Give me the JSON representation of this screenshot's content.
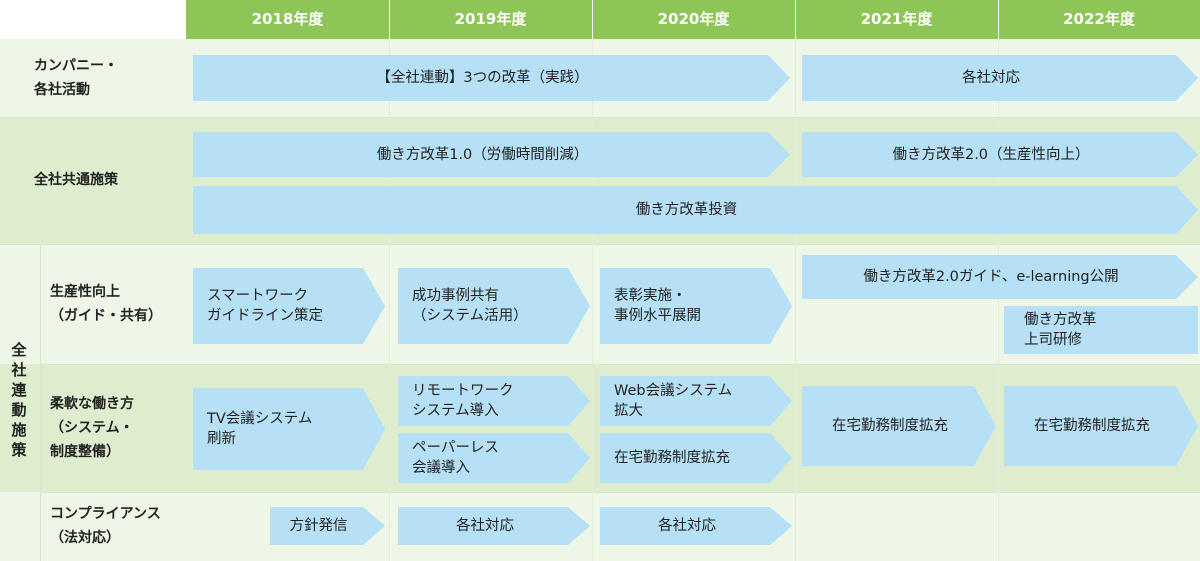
{
  "years": [
    "2018年度",
    "2019年度",
    "2020年度",
    "2021年度",
    "2022年度"
  ],
  "colors": {
    "header": "#8dc556",
    "row_a": "#eef6e7",
    "row_b": "#ddedce",
    "bar": "#b5e0f6",
    "header_text": "#ffffff"
  },
  "rows": {
    "company": {
      "label": "カンパニー・\n各社活動",
      "items": [
        "【全社連動】3つの改革（実践）",
        "各社対応"
      ]
    },
    "common": {
      "label": "全社共通施策",
      "items": [
        "働き方改革1.0（労働時間削減）",
        "働き方改革2.0（生産性向上）",
        "働き方改革投資"
      ]
    },
    "group_label": "全社連動施策",
    "productivity": {
      "label": "生産性向上\n（ガイド・共有）",
      "items": [
        "スマートワーク\nガイドライン策定",
        "成功事例共有\n（システム活用）",
        "表彰実施・\n事例水平展開",
        "働き方改革2.0ガイド、e-learning公開",
        "働き方改革\n上司研修"
      ]
    },
    "flexible": {
      "label": "柔軟な働き方\n（システム・\n制度整備）",
      "items": [
        "TV会議システム\n刷新",
        "リモートワーク\nシステム導入",
        "ペーパーレス\n会議導入",
        "Web会議システム\n拡大",
        "在宅勤務制度拡充",
        "在宅勤務制度拡充",
        "在宅勤務制度拡充"
      ]
    },
    "compliance": {
      "label": "コンプライアンス\n（法対応）",
      "items": [
        "方針発信",
        "各社対応",
        "各社対応"
      ]
    }
  }
}
